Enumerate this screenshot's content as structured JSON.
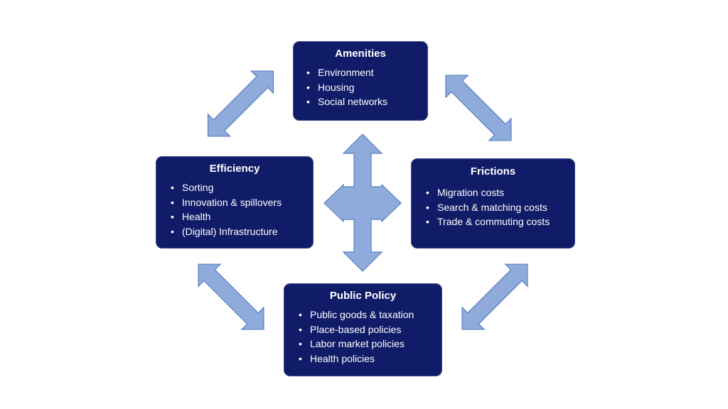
{
  "colors": {
    "box_fill": "#101c67",
    "box_text": "#ffffff",
    "arrow_fill": "#8fabdc",
    "arrow_stroke": "#5a7fc0"
  },
  "boxes": {
    "amenities": {
      "title": "Amenities",
      "items": [
        "Environment",
        "Housing",
        "Social networks"
      ]
    },
    "efficiency": {
      "title": "Efficiency",
      "items": [
        "Sorting",
        "Innovation & spillovers",
        "Health",
        "(Digital) Infrastructure"
      ]
    },
    "frictions": {
      "title": "Frictions",
      "items": [
        "Migration costs",
        "Search & matching costs",
        "Trade & commuting costs"
      ]
    },
    "public_policy": {
      "title": "Public Policy",
      "items": [
        "Public goods & taxation",
        "Place-based policies",
        "Labor market policies",
        "Health policies"
      ]
    }
  },
  "arrows": [
    {
      "name": "amenities-efficiency",
      "type": "double-headed"
    },
    {
      "name": "amenities-frictions",
      "type": "double-headed"
    },
    {
      "name": "efficiency-public-policy",
      "type": "double-headed"
    },
    {
      "name": "frictions-public-policy",
      "type": "double-headed"
    },
    {
      "name": "center-four-way",
      "type": "four-way"
    }
  ]
}
